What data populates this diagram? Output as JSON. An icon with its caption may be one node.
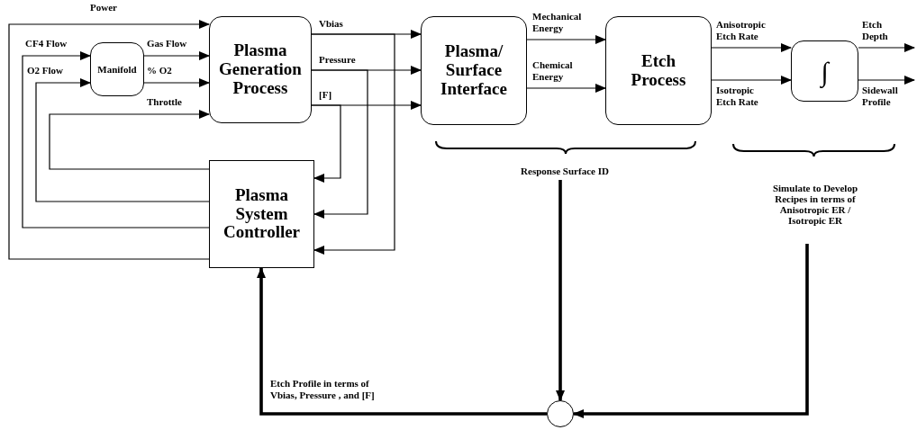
{
  "diagram": {
    "nodes": [
      {
        "text": [
          "Manifold"
        ]
      },
      {
        "text": [
          "Plasma Generation Process"
        ]
      },
      {
        "text": [
          "Plasma System Controller"
        ]
      },
      {
        "text": [
          "Plasma/ Surface Interface"
        ]
      },
      {
        "text": [
          "Etch Process"
        ]
      },
      {
        "text": [
          "∫"
        ]
      },
      {
        "text": [
          "Response Surface ID"
        ]
      },
      {
        "text": [
          "Simulate to Develop Recipes in terms of Anisotropic ER / Isotropic ER"
        ]
      },
      {
        "text": [],
        "shape": "circle"
      }
    ],
    "edges": [
      {
        "from": 2,
        "to": 1,
        "arrow": "to",
        "label": "Power"
      },
      {
        "from": 2,
        "to": 0,
        "arrow": "to",
        "label": "CF4 Flow"
      },
      {
        "from": 2,
        "to": 0,
        "arrow": "to",
        "label": "O2 Flow"
      },
      {
        "from": 2,
        "to": 1,
        "arrow": "to",
        "label": "Throttle"
      },
      {
        "from": 0,
        "to": 1,
        "arrow": "to",
        "label": "Gas Flow"
      },
      {
        "from": 0,
        "to": 1,
        "arrow": "to",
        "label": "% O2"
      },
      {
        "from": 1,
        "to": 3,
        "arrow": "to",
        "label": "Vbias"
      },
      {
        "from": 1,
        "to": 2,
        "arrow": "to"
      },
      {
        "from": 1,
        "to": 3,
        "arrow": "to",
        "label": "Pressure"
      },
      {
        "from": 1,
        "to": 2,
        "arrow": "to"
      },
      {
        "from": 1,
        "to": 3,
        "arrow": "to",
        "label": "[F]"
      },
      {
        "from": 1,
        "to": 2,
        "arrow": "to"
      },
      {
        "from": 3,
        "to": 4,
        "arrow": "to",
        "label": "Mechanical Energy"
      },
      {
        "from": 3,
        "to": 4,
        "arrow": "to",
        "label": "Chemical Energy"
      },
      {
        "from": 4,
        "to": 5,
        "arrow": "to",
        "label": "Anisotropic Etch Rate"
      },
      {
        "from": 4,
        "to": 5,
        "arrow": "to",
        "label": "Isotropic Etch Rate"
      },
      {
        "from": 5,
        "to": null,
        "arrow": "to",
        "label": "Etch Depth"
      },
      {
        "from": 5,
        "to": null,
        "arrow": "to",
        "label": "Sidewall Profile"
      },
      {
        "from": 6,
        "to": 8,
        "arrow": "to",
        "style": "thick"
      },
      {
        "from": 7,
        "to": 8,
        "arrow": "to",
        "style": "thick"
      },
      {
        "from": 8,
        "to": 2,
        "arrow": "to",
        "style": "thick",
        "label": "Etch Profile in terms of Vbias, Pressure , and [F]"
      }
    ]
  }
}
